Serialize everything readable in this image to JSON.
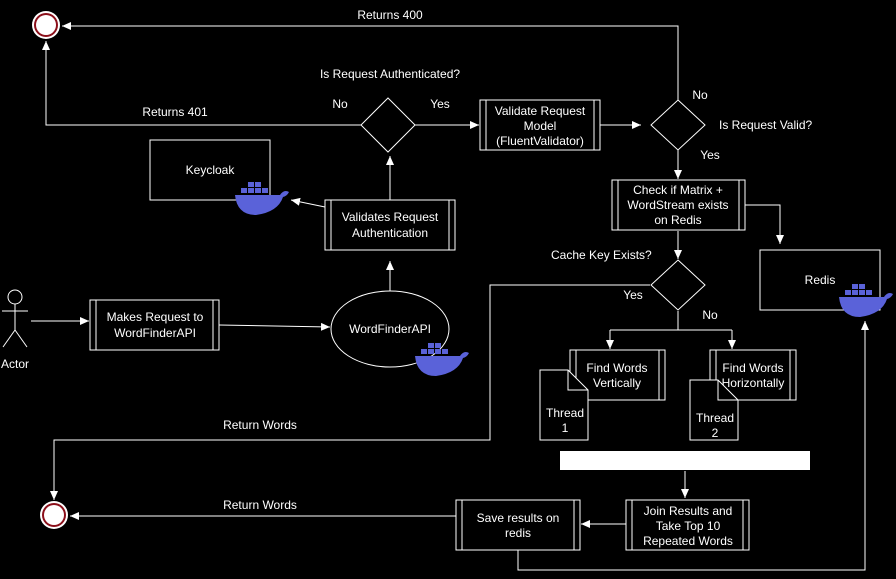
{
  "nodes": {
    "validate_model": [
      "Validate Request",
      "Model",
      "(FluentValidator)"
    ],
    "keycloak": "Keycloak",
    "validates_auth": [
      "Validates Request",
      "Authentication"
    ],
    "check_cache": [
      "Check if Matrix +",
      "WordStream exists",
      "on Redis"
    ],
    "redis": "Redis",
    "makes_request": [
      "Makes Request to",
      "WordFinderAPI"
    ],
    "wordfinder": "WordFinderAPI",
    "actor": "Actor",
    "find_vert": [
      "Find Words",
      "Vertically"
    ],
    "find_horiz": [
      "Find Words",
      "Horizontally"
    ],
    "thread1": [
      "Thread",
      "1"
    ],
    "thread2": [
      "Thread",
      "2"
    ],
    "join": [
      "Join Results and",
      "Take Top 10",
      "Repeated Words"
    ],
    "save": [
      "Save results on",
      "redis"
    ]
  },
  "labels": {
    "returns400": "Returns 400",
    "is_auth": "Is Request Authenticated?",
    "no1": "No",
    "yes1": "Yes",
    "returns401": "Returns 401",
    "no2": "No",
    "is_valid": "Is Request Valid?",
    "yes2": "Yes",
    "cache_exists": "Cache Key Exists?",
    "yes3": "Yes",
    "no3": "No",
    "return_words1": "Return Words",
    "return_words2": "Return Words"
  }
}
